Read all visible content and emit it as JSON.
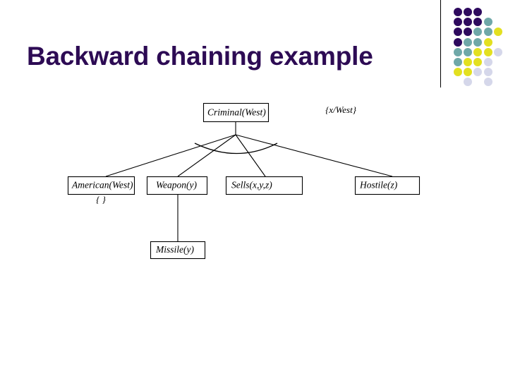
{
  "slide": {
    "title": "Backward chaining example",
    "title_color": "#2d0b54",
    "background_color": "#ffffff"
  },
  "logo": {
    "name": "dot-grid-logo",
    "colors": {
      "dark_purple": "#2e0a5e",
      "teal": "#6fa8a8",
      "yellow": "#e3e020",
      "lavender": "#d5d7ea"
    },
    "rows": 8,
    "columns": 5
  },
  "diagram": {
    "type": "and-or-proof-tree",
    "root": {
      "id": "criminal-west",
      "label": "Criminal(West)",
      "substitution": "{x/West}"
    },
    "children": [
      {
        "id": "american-west",
        "label": "American(West)",
        "substitution": "{ }"
      },
      {
        "id": "weapon-y",
        "label": "Weapon(y)",
        "substitution": ""
      },
      {
        "id": "sells-xyz",
        "label": "Sells(x,y,z)",
        "substitution": ""
      },
      {
        "id": "hostile-z",
        "label": "Hostile(z)",
        "substitution": ""
      }
    ],
    "grandchildren": [
      {
        "id": "missile-y",
        "label": "Missile(y)",
        "parent": "weapon-y"
      }
    ]
  }
}
